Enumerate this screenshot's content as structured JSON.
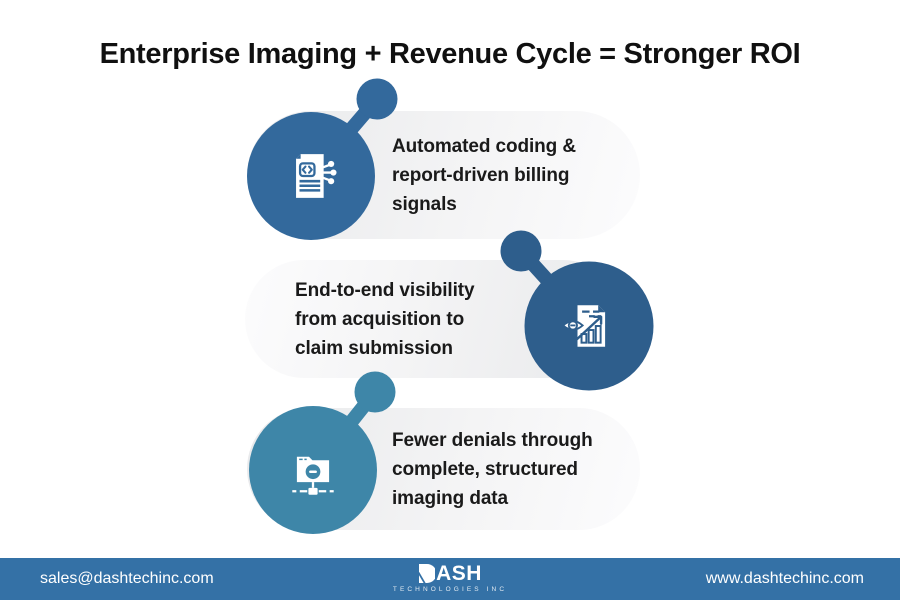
{
  "title": "Enterprise Imaging + Revenue Cycle = Stronger ROI",
  "cards": [
    {
      "icon": "document-code-network-icon",
      "accent": "#33699C",
      "lines": [
        "Automated coding &",
        "report-driven billing",
        "signals"
      ]
    },
    {
      "icon": "eye-report-chart-icon",
      "accent": "#2E5E8C",
      "lines": [
        "End-to-end visibility",
        "from acquisition to",
        "claim submission"
      ]
    },
    {
      "icon": "folder-structured-data-icon",
      "accent": "#3E86A8",
      "lines": [
        "Fewer denials through",
        "complete, structured",
        "imaging data"
      ]
    }
  ],
  "footer": {
    "background": "#3471A6",
    "email": "sales@dashtechinc.com",
    "website": "www.dashtechinc.com",
    "logo": {
      "wordmark": "DASH",
      "wordmark_rest": "ASH",
      "subtitle": "TECHNOLOGIES INC"
    }
  }
}
